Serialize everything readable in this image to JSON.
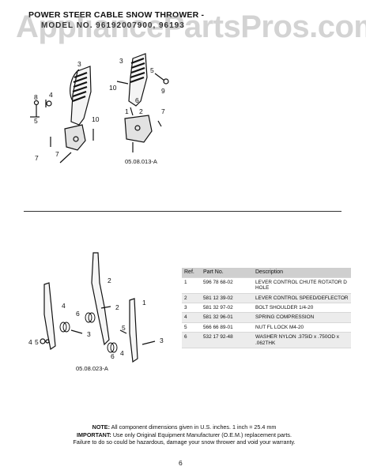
{
  "header": {
    "title": "POWER STEER CABLE SNOW THROWER -",
    "models": "MODEL NO. 96192007900, 96193"
  },
  "watermark": "AppliancePartsPros.com",
  "figure_top": {
    "label": "05.08.013-A",
    "callouts": [
      "3",
      "8",
      "4",
      "5",
      "7",
      "10",
      "3",
      "5",
      "9",
      "10",
      "6",
      "1",
      "2",
      "7",
      "7"
    ]
  },
  "figure_bottom": {
    "label": "05.08.023-A",
    "callouts": [
      "2",
      "4",
      "2",
      "1",
      "6",
      "3",
      "4",
      "5",
      "5",
      "4",
      "6",
      "3"
    ]
  },
  "parts_table": {
    "headers": {
      "ref": "Ref.",
      "part_no": "Part No.",
      "description": "Description"
    },
    "rows": [
      {
        "ref": "1",
        "part_no": "596 78 68-02",
        "description": "LEVER CONTROL CHUTE ROTATOR D HOLE"
      },
      {
        "ref": "2",
        "part_no": "581 12 39-02",
        "description": "LEVER CONTROL SPEED/DEFLECTOR"
      },
      {
        "ref": "3",
        "part_no": "581 32 97-02",
        "description": "BOLT SHOULDER 1/4-20"
      },
      {
        "ref": "4",
        "part_no": "581 32 96-01",
        "description": "SPRING COMPRESSION"
      },
      {
        "ref": "5",
        "part_no": "566 66 89-01",
        "description": "NUT FL LOCK M4-20"
      },
      {
        "ref": "6",
        "part_no": "532 17 92-48",
        "description": "WASHER NYLON .375ID x .750OD x .062THK"
      }
    ]
  },
  "note": {
    "line1_lead": "NOTE:",
    "line1_text": "All component dimensions given in U.S. inches.    1 inch = 25.4 mm",
    "line2_lead": "IMPORTANT:",
    "line2_text": "Use only Original Equipment Manufacturer (O.E.M.) replacement parts.",
    "line3_text": "Failure to do so could be hazardous, damage your snow thrower and void your warranty."
  },
  "page_number": "6"
}
